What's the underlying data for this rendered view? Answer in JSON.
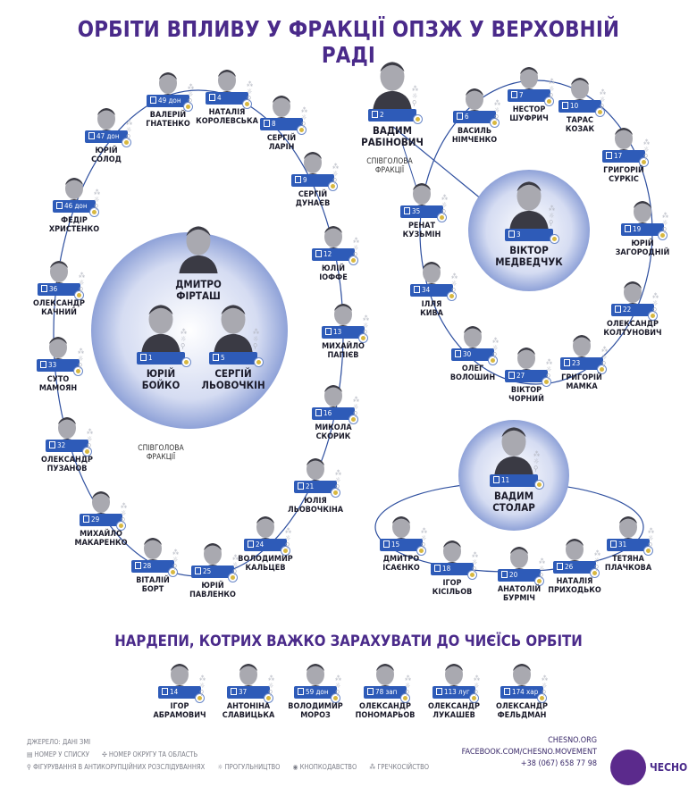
{
  "title": "ОРБІТИ ВПЛИВУ У ФРАКЦІЇ ОПЗЖ У ВЕРХОВНІЙ РАДІ",
  "subtitle": "НАРДЕПИ, КОТРИХ ВАЖКО ЗАРАХУВАТИ ДО ЧИЄЇСЬ ОРБІТИ",
  "notes": {
    "left_cochair": "СПІВГОЛОВА\nФРАКЦІЇ",
    "right_cochair": "СПІВГОЛОВА\nФРАКЦІЇ"
  },
  "people": [
    {
      "id": "firtash",
      "name": "ДМИТРО ФІРТАШ",
      "badge": "",
      "big": true,
      "nobadge": true
    },
    {
      "id": "boyko",
      "name": "ЮРІЙ\nБОЙКО",
      "badge": "1",
      "big": true
    },
    {
      "id": "lyovochkin",
      "name": "СЕРГІЙ\nЛЬОВОЧКІН",
      "badge": "5",
      "big": true
    },
    {
      "id": "medvedchuk",
      "name": "ВІКТОР\nМЕДВЕДЧУК",
      "badge": "3",
      "big": true
    },
    {
      "id": "stolar",
      "name": "ВАДИМ\nСТОЛАР",
      "badge": "11",
      "big": true
    },
    {
      "id": "rabinovich",
      "name": "ВАДИМ\nРАБІНОВИЧ",
      "badge": "2",
      "big": true
    },
    {
      "id": "gnatenko",
      "name": "ВАЛЕРІЙ\nГНАТЕНКО",
      "badge": "49 дон"
    },
    {
      "id": "korolevska",
      "name": "НАТАЛІЯ\nКОРОЛЕВСЬКА",
      "badge": "4"
    },
    {
      "id": "larin",
      "name": "СЕРГІЙ\nЛАРІН",
      "badge": "8"
    },
    {
      "id": "solod",
      "name": "ЮРІЙ\nСОЛОД",
      "badge": "47 дон"
    },
    {
      "id": "dunaev",
      "name": "СЕРГІЙ\nДУНАЄВ",
      "badge": "9"
    },
    {
      "id": "khrystenko",
      "name": "ФЕДІР\nХРИСТЕНКО",
      "badge": "46 дон"
    },
    {
      "id": "ioffe",
      "name": "ЮЛІЙ\nІОФФЕ",
      "badge": "12"
    },
    {
      "id": "kachnyi",
      "name": "ОЛЕКСАНДР\nКАЧНИЙ",
      "badge": "36"
    },
    {
      "id": "papiev",
      "name": "МИХАЙЛО\nПАПІЄВ",
      "badge": "13"
    },
    {
      "id": "mamoian",
      "name": "СУТО\nМАМОЯН",
      "badge": "33"
    },
    {
      "id": "skoryk",
      "name": "МИКОЛА\nСКОРИК",
      "badge": "16"
    },
    {
      "id": "puzanov",
      "name": "ОЛЕКСАНДР\nПУЗАНОВ",
      "badge": "32"
    },
    {
      "id": "lyovochkina",
      "name": "ЮЛІЯ\nЛЬОВОЧКІНА",
      "badge": "21"
    },
    {
      "id": "makarenko",
      "name": "МИХАЙЛО\nМАКАРЕНКО",
      "badge": "29"
    },
    {
      "id": "kaltsev",
      "name": "ВОЛОДИМИР\nКАЛЬЦЕВ",
      "badge": "24"
    },
    {
      "id": "bort",
      "name": "ВІТАЛІЙ\nБОРТ",
      "badge": "28"
    },
    {
      "id": "pavlenko",
      "name": "ЮРІЙ\nПАВЛЕНКО",
      "badge": "25"
    },
    {
      "id": "nimchenko",
      "name": "ВАСИЛЬ\nНІМЧЕНКО",
      "badge": "6"
    },
    {
      "id": "shufrych",
      "name": "НЕСТОР\nШУФРИЧ",
      "badge": "7"
    },
    {
      "id": "kozak",
      "name": "ТАРАС\nКОЗАК",
      "badge": "10"
    },
    {
      "id": "surkis",
      "name": "ГРИГОРІЙ\nСУРКІС",
      "badge": "17"
    },
    {
      "id": "kuzmin",
      "name": "РЕНАТ\nКУЗЬМІН",
      "badge": "35"
    },
    {
      "id": "zagorodnii",
      "name": "ЮРІЙ\nЗАГОРОДНІЙ",
      "badge": "19"
    },
    {
      "id": "kyva",
      "name": "ІЛЛЯ\nКИВА",
      "badge": "34"
    },
    {
      "id": "koltunovych",
      "name": "ОЛЕКСАНДР\nКОЛТУНОВИЧ",
      "badge": "22"
    },
    {
      "id": "voloshyn",
      "name": "ОЛЕГ\nВОЛОШИН",
      "badge": "30"
    },
    {
      "id": "chornyi",
      "name": "ВІКТОР\nЧОРНИЙ",
      "badge": "27"
    },
    {
      "id": "mamka",
      "name": "ГРИГОРІЙ\nМАМКА",
      "badge": "23"
    },
    {
      "id": "isaenko",
      "name": "ДМИТРО\nІСАЄНКО",
      "badge": "15"
    },
    {
      "id": "kisilov",
      "name": "ІГОР\nКІСІЛЬОВ",
      "badge": "18"
    },
    {
      "id": "burmich",
      "name": "АНАТОЛІЙ\nБУРМІЧ",
      "badge": "20"
    },
    {
      "id": "prykhodko",
      "name": "НАТАЛІЯ\nПРИХОДЬКО",
      "badge": "26"
    },
    {
      "id": "plachkova",
      "name": "ТЕТЯНА\nПЛАЧКОВА",
      "badge": "31"
    },
    {
      "id": "abramovych",
      "name": "ІГОР\nАБРАМОВИЧ",
      "badge": "14"
    },
    {
      "id": "slavytska",
      "name": "АНТОНІНА\nСЛАВИЦЬКА",
      "badge": "37"
    },
    {
      "id": "moroz",
      "name": "ВОЛОДИМИР\nМОРОЗ",
      "badge": "59 дон"
    },
    {
      "id": "ponomariov",
      "name": "ОЛЕКСАНДР\nПОНОМАРЬОВ",
      "badge": "78 зап"
    },
    {
      "id": "lukashev",
      "name": "ОЛЕКСАНДР\nЛУКАШЕВ",
      "badge": "113 луг"
    },
    {
      "id": "feldman",
      "name": "ОЛЕКСАНДР\nФЕЛЬДМАН",
      "badge": "174 хар"
    }
  ],
  "legend": {
    "source": "ДЖЕРЕЛО: ДАНІ ЗМІ",
    "list_number": "НОМЕР У СПИСКУ",
    "district": "НОМЕР ОКРУГУ ТА ОБЛАСТЬ",
    "anticorruption": "ФІГУРУВАННЯ В АНТИКОРУПЦІЙНИХ РОЗСЛІДУВАННЯХ",
    "absenteeism": "ПРОГУЛЬНИЦТВО",
    "button_voting": "КНОПКОДАВСТВО",
    "multiple_voting": "ГРЕЧКОСІЙСТВО"
  },
  "contacts": {
    "site": "CHESNO.ORG",
    "facebook": "FACEBOOK.COM/CHESNO.MOVEMENT",
    "phone": "+38 (067) 658 77 98"
  },
  "logo_text": "ЧЕСНО",
  "colors": {
    "accent": "#4a2a8a",
    "badge": "#2e5bb8",
    "orbit": "#2e4f9f"
  }
}
